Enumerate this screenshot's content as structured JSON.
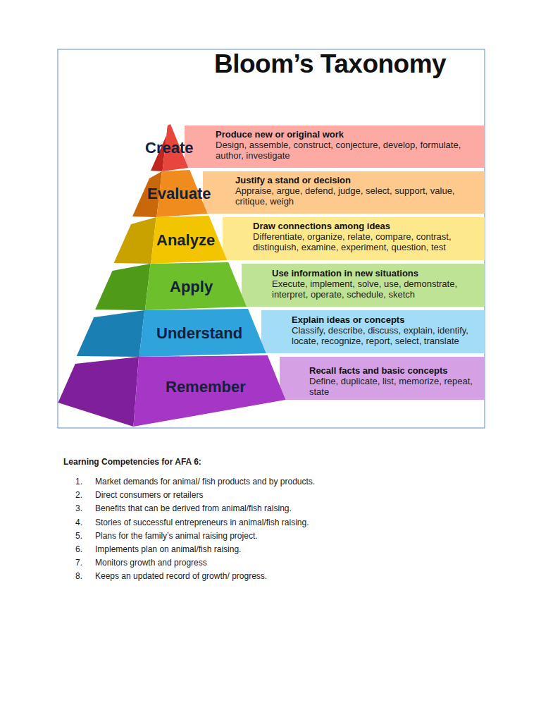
{
  "diagram": {
    "title": "Bloom’s Taxonomy",
    "nodes": [
      {
        "text": [
          "Create",
          "Produce new or original work",
          "Design, assemble, construct, conjecture, develop, formulate, author, investigate"
        ]
      },
      {
        "text": [
          "Evaluate",
          "Justify a stand or decision",
          "Appraise, argue, defend, judge, select, support, value, critique, weigh"
        ]
      },
      {
        "text": [
          "Analyze",
          "Draw connections among ideas",
          "Differentiate, organize, relate, compare, contrast, distinguish, examine, experiment, question, test"
        ]
      },
      {
        "text": [
          "Apply",
          "Use information in new situations",
          "Execute, implement, solve, use, demonstrate, interpret, operate, schedule, sketch"
        ]
      },
      {
        "text": [
          "Understand",
          "Explain ideas or concepts",
          "Classify, describe, discuss, explain, identify, locate, recognize, report, select, translate"
        ]
      },
      {
        "text": [
          "Remember",
          "Recall facts and basic concepts",
          "Define, duplicate, list, memorize, repeat, state"
        ]
      }
    ],
    "labels": [
      "Learning Competencies for AFA 6:",
      "1.",
      "Market demands for animal/ fish products and by products.",
      "2.",
      "Direct consumers or retailers",
      "3.",
      "Benefits that can be derived from animal/fish raising.",
      "4.",
      "Stories of successful entrepreneurs in animal/fish raising.",
      "5.",
      "Plans for the family’s animal raising project.",
      "6.",
      "Implements plan on animal/fish raising.",
      "7.",
      "Monitors growth and progress",
      "8.",
      "Keeps an updated record of growth/ progress."
    ]
  }
}
